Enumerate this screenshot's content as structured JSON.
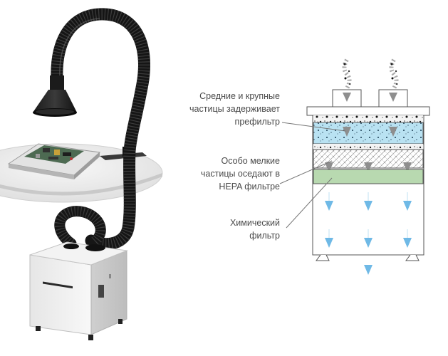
{
  "labels": {
    "prefilter": {
      "line1": "Средние и крупные",
      "line2": "частицы задерживает",
      "line3": "префильтр"
    },
    "hepa": {
      "line1": "Особо мелкие",
      "line2": "частицы оседают в",
      "line3": "HEPA фильтре"
    },
    "chemical": {
      "line1": "Химический",
      "line2": "фильтр"
    }
  },
  "colors": {
    "prefilter_layer": "#b9e2f2",
    "hepa_layer": "#b8d9b0",
    "arrow_gray": "#8e8e8e",
    "arrow_blue": "#6fb9e6",
    "unit_body": "#eeeeee",
    "hose": "#161616"
  }
}
